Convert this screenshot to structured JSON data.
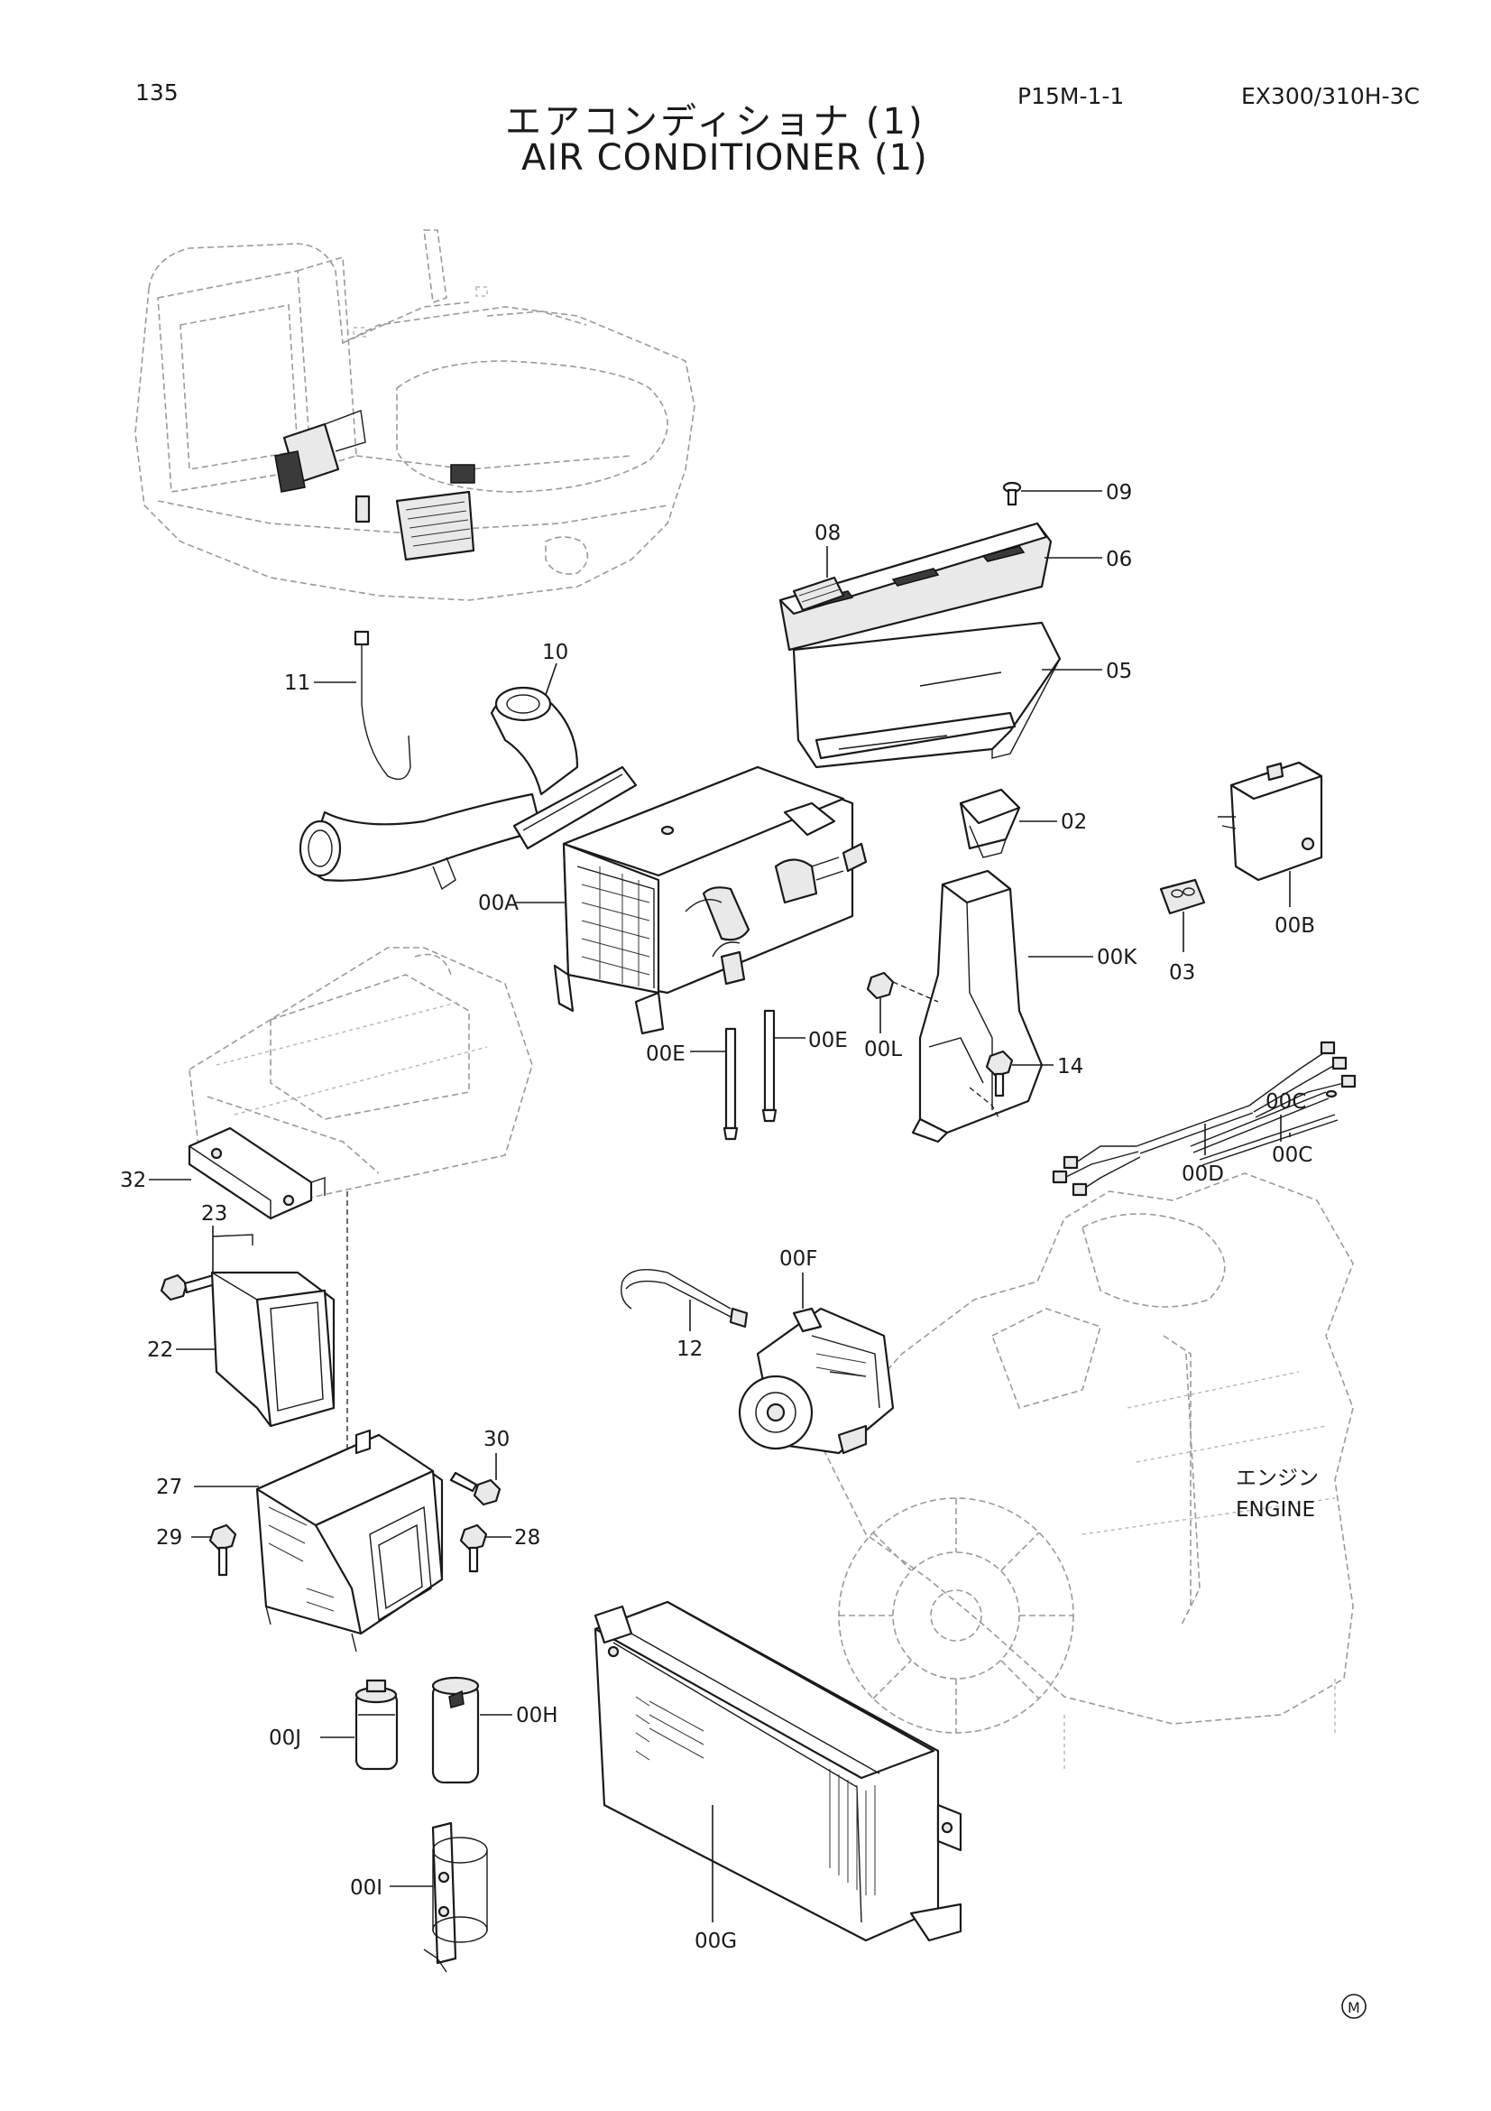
{
  "header": {
    "page_number": "135",
    "title_jp": "エアコンディショナ (1)",
    "title_en": "AIR CONDITIONER (1)",
    "sheet_code": "P15M-1-1",
    "model_code": "EX300/310H-3C"
  },
  "callouts": {
    "p09": "09",
    "p08": "08",
    "p06": "06",
    "p05": "05",
    "p11": "11",
    "p10": "10",
    "p02": "02",
    "p00B": "00B",
    "p00A": "00A",
    "p00K": "00K",
    "p03": "03",
    "p00L": "00L",
    "p00E_1": "00E",
    "p00E_2": "00E",
    "p14": "14",
    "p00C_1": "00C",
    "p00D": "00D",
    "p00C_2": "00C",
    "p32": "32",
    "p23": "23",
    "p22": "22",
    "p00F": "00F",
    "p12": "12",
    "p30": "30",
    "p27": "27",
    "p29": "29",
    "p28": "28",
    "p00J": "00J",
    "p00H": "00H",
    "p00I": "00I",
    "p00G": "00G"
  },
  "engine_label": {
    "jp": "エンジン",
    "en": "ENGINE"
  },
  "mark": "M"
}
